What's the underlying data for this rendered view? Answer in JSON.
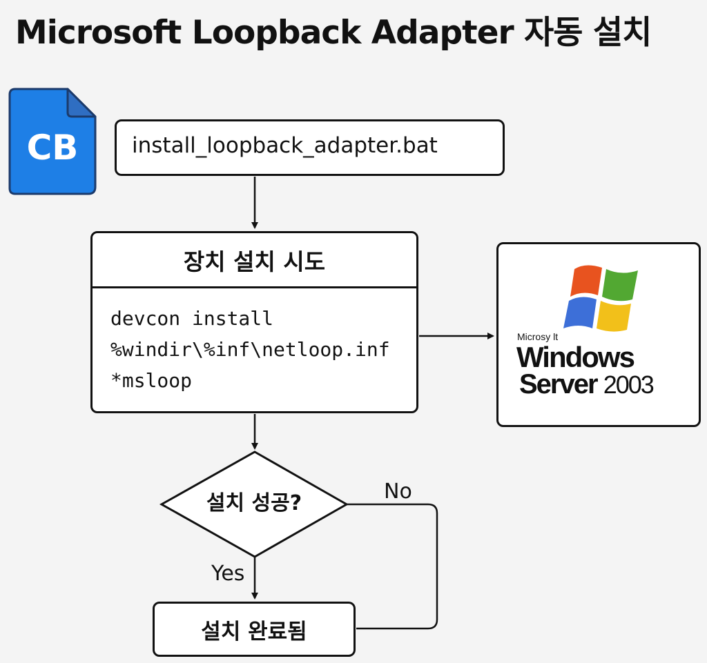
{
  "page": {
    "title": "Microsoft Loopback Adapter 자동 설치"
  },
  "file_icon": {
    "label": "CB",
    "icon": "batch-file-icon",
    "color": "#1e7fe6"
  },
  "nodes": {
    "script_file": {
      "label": "install_loopback_adapter.bat"
    },
    "install_attempt": {
      "header": "장치 설치 시도",
      "command_lines": [
        "devcon install",
        "%windir\\%inf\\netloop.inf",
        "*msloop"
      ]
    },
    "decision": {
      "label": "설치 성공?"
    },
    "done": {
      "label": "설치 완료됨"
    }
  },
  "edges": {
    "yes_label": "Yes",
    "no_label": "No"
  },
  "os_logo": {
    "small_text": "Microsy lt",
    "product": "Windows",
    "edition": "Server",
    "year": "2003",
    "flag_colors": [
      "#e8531f",
      "#52a832",
      "#3d6fd8",
      "#f2c01a"
    ]
  }
}
